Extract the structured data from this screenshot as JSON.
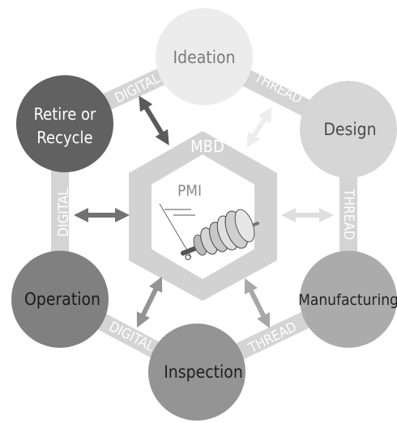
{
  "center": {
    "outer_label": "MBD",
    "inner_label": "PMI"
  },
  "stages": [
    {
      "label": "Ideation",
      "fill": "#ececec",
      "text_color": "#7a7a7a"
    },
    {
      "label": "Design",
      "fill": "#d6d6d6",
      "text_color": "#4a4a4a"
    },
    {
      "label": "Manufacturing",
      "fill": "#ababab",
      "text_color": "#222222"
    },
    {
      "label": "Inspection",
      "fill": "#949494",
      "text_color": "#1e1e1e"
    },
    {
      "label": "Operation",
      "fill": "#808080",
      "text_color": "#1a1a1a"
    },
    {
      "label_line1": "Retire or",
      "label_line2": "Recycle",
      "fill": "#616161",
      "text_color": "#ffffff"
    }
  ],
  "thread_labels": {
    "top_left": "DIGITAL",
    "top_right": "THREAD",
    "right": "THREAD",
    "bottom_right": "THREAD",
    "bottom_left": "DIGITAL",
    "left": "DIGITAL"
  },
  "colors": {
    "ring": "#d4d4d4",
    "ring_text": "#ffffff",
    "hexagon_outer": "#d2d2d2",
    "hexagon_inner": "#ffffff",
    "mbd_text": "#ffffff",
    "pmi_text": "#8a8a8a"
  }
}
